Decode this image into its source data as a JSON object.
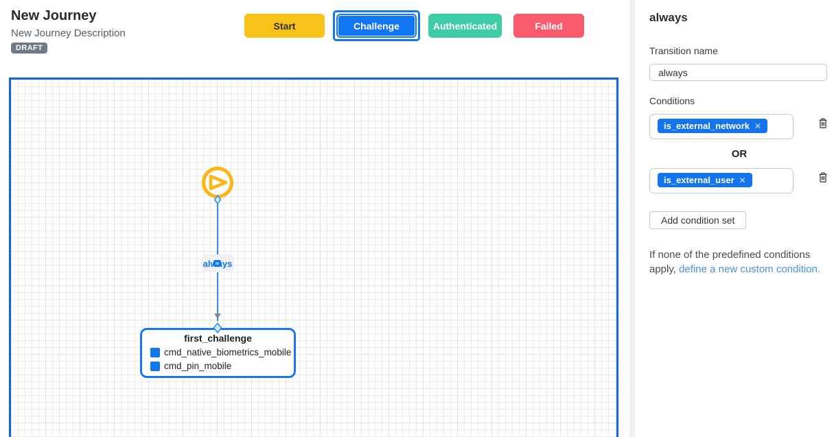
{
  "header": {
    "title": "New Journey",
    "description": "New Journey Description",
    "status_badge": "DRAFT"
  },
  "toolbar": {
    "buttons": [
      {
        "label": "Start",
        "color": "#F7C31B",
        "selected": false
      },
      {
        "label": "Challenge",
        "color": "#1276F2",
        "selected": true
      },
      {
        "label": "Authenticated",
        "color": "#3ECCA4",
        "selected": false
      },
      {
        "label": "Failed",
        "color": "#F85C6C",
        "selected": false
      }
    ]
  },
  "canvas": {
    "start_node": {
      "icon": "play-circle-icon",
      "color": "#FDB515"
    },
    "edge": {
      "label": "always",
      "color": "#2D8CF0",
      "badge_icon": "condition-badge-icon"
    },
    "node": {
      "title": "first_challenge",
      "items": [
        "cmd_native_biometrics_mobile",
        "cmd_pin_mobile"
      ],
      "border_color": "#1775F0",
      "item_icon_color": "#1278EE"
    }
  },
  "panel": {
    "title": "always",
    "transition_name_label": "Transition name",
    "transition_name_value": "always",
    "conditions_label": "Conditions",
    "condition_sets": [
      {
        "chip": "is_external_network"
      },
      {
        "chip": "is_external_user"
      }
    ],
    "operator": "OR",
    "add_button_label": "Add condition set",
    "footer_text": "If none of the predefined conditions apply, ",
    "footer_link": "define a new custom condition.",
    "chip_color": "#1374EC",
    "link_color": "#4A90E2"
  }
}
